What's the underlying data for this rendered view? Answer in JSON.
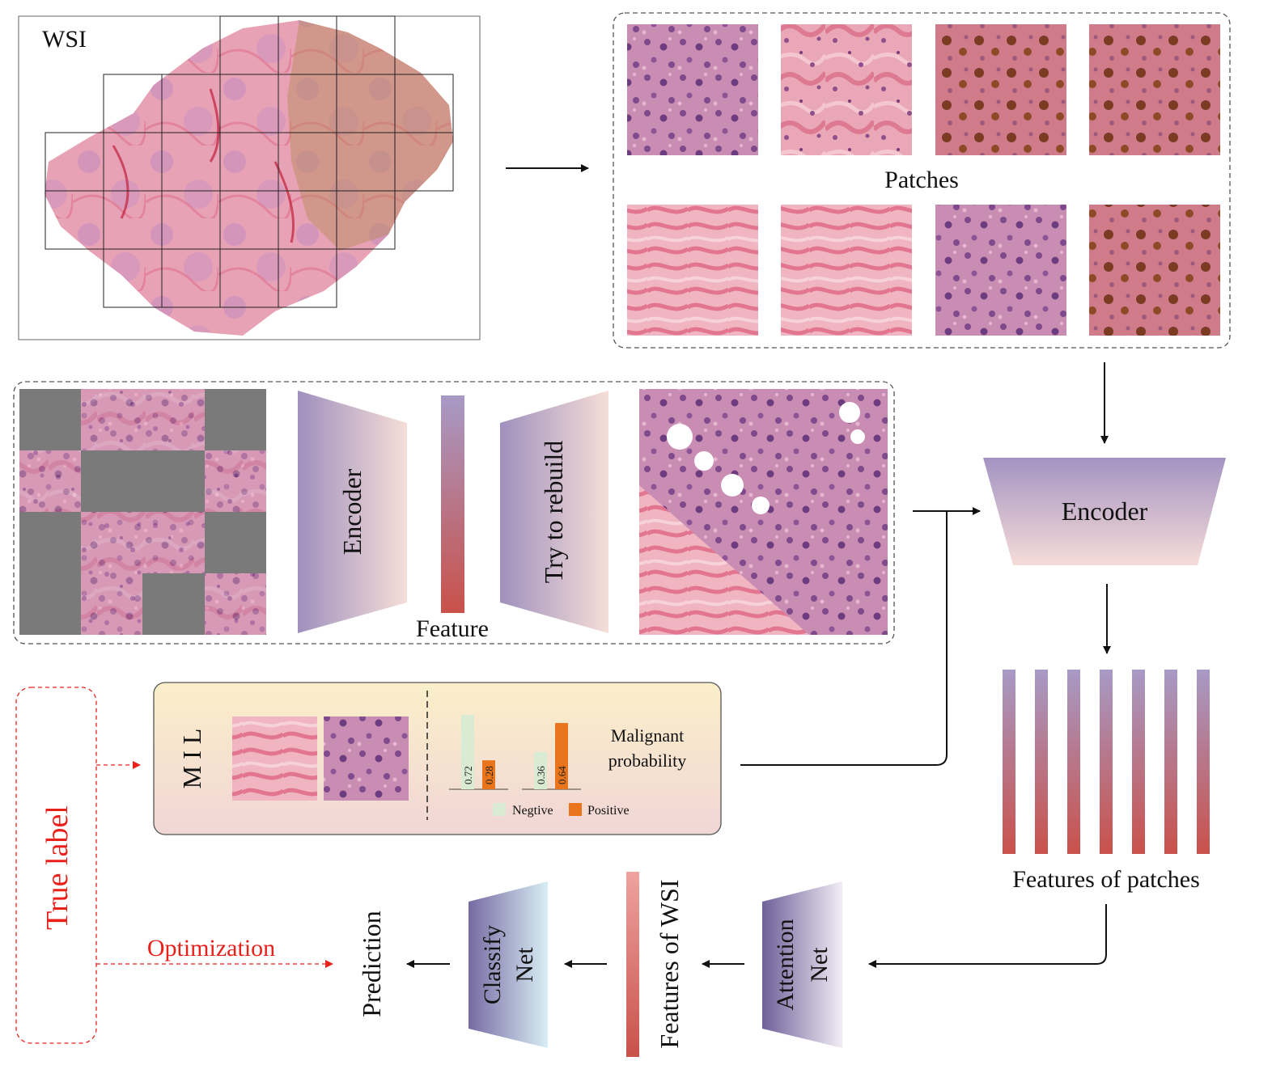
{
  "wsi": {
    "label": "WSI"
  },
  "patches": {
    "label": "Patches"
  },
  "mae": {
    "encoder_label": "Encoder",
    "feature_label": "Feature",
    "rebuild_label": "Try to rebuild"
  },
  "main_encoder": {
    "label": "Encoder"
  },
  "features_patches": {
    "label": "Features of patches"
  },
  "mil": {
    "label": "M I L",
    "prob_label_line1": "Malignant",
    "prob_label_line2": "probability",
    "bars": [
      {
        "group": 1,
        "kind": "negative",
        "value": 0.72,
        "text": "0.72"
      },
      {
        "group": 1,
        "kind": "positive",
        "value": 0.28,
        "text": "0.28"
      },
      {
        "group": 2,
        "kind": "negative",
        "value": 0.36,
        "text": "0.36"
      },
      {
        "group": 2,
        "kind": "positive",
        "value": 0.64,
        "text": "0.64"
      }
    ],
    "legend": {
      "negative": "Negtive",
      "positive": "Positive"
    },
    "colors": {
      "negative": "#d9ecd3",
      "positive": "#e8741c"
    }
  },
  "true_label": {
    "label": "True label",
    "color": "#e8211b"
  },
  "optimization": {
    "label": "Optimization"
  },
  "prediction": {
    "label": "Prediction"
  },
  "classify_net": {
    "line1": "Classify",
    "line2": "Net"
  },
  "features_wsi": {
    "label": "Features of WSI"
  },
  "attention_net": {
    "line1": "Attention",
    "line2": "Net"
  }
}
